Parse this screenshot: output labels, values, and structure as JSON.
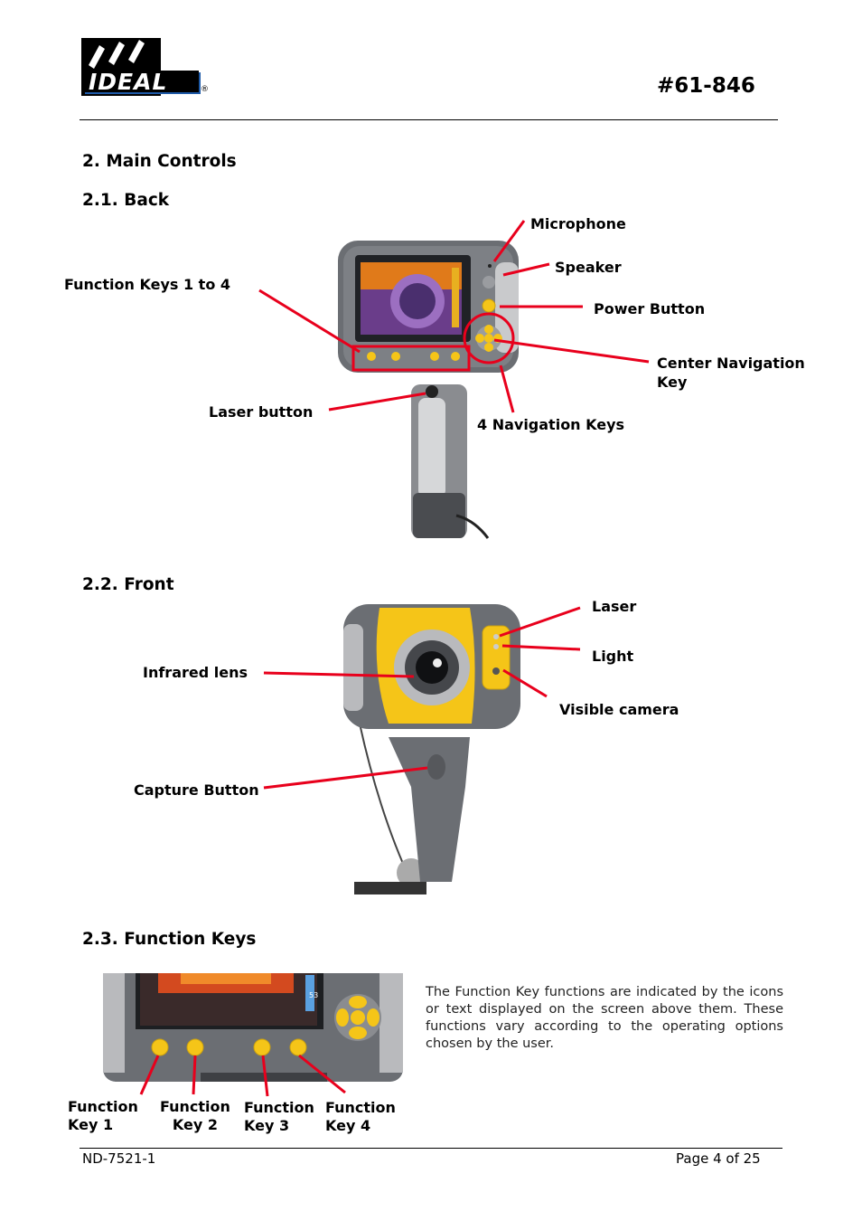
{
  "header": {
    "logo_text": "IDEAL",
    "registered_mark": "®",
    "doc_number": "#61-846"
  },
  "sections": {
    "main": "2.  Main Controls",
    "back": "2.1. Back",
    "front": "2.2. Front",
    "function_keys": "2.3. Function Keys"
  },
  "back_labels": {
    "microphone": "Microphone",
    "speaker": "Speaker",
    "power": "Power Button",
    "center_nav_1": "Center Navigation",
    "center_nav_2": "Key",
    "nav_keys": "4 Navigation Keys",
    "laser_button": "Laser button",
    "function_keys": "Function Keys 1 to 4"
  },
  "front_labels": {
    "laser": "Laser",
    "light": "Light",
    "visible_camera": "Visible camera",
    "infrared_lens": "Infrared lens",
    "capture_button": "Capture Button"
  },
  "fk_labels": {
    "k1_a": "Function",
    "k1_b": "Key 1",
    "k2_a": "Function",
    "k2_b": "Key 2",
    "k3_a": "Function",
    "k3_b": "Key 3",
    "k4_a": "Function",
    "k4_b": "Key 4"
  },
  "fk_description": "The Function Key functions are indicated by the icons or text displayed on the screen above them. These functions vary according to the operating options chosen by the user.",
  "fk_screen_number": "53",
  "footer": {
    "doc_id": "ND-7521-1",
    "page": "Page 4 of 25"
  },
  "colors": {
    "callout": "#e8001c",
    "body_gray": "#6b6e73",
    "key_yellow": "#f5c518",
    "logo_blue": "#1e5aa8"
  }
}
